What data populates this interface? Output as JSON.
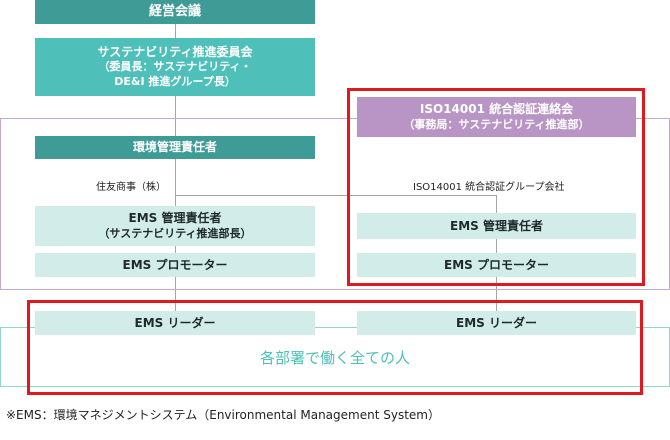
{
  "management_meeting": "経営会議",
  "sustainability_committee": {
    "title": "サステナビリティ推進委員会",
    "sub1": "（委員長：サステナビリティ・",
    "sub2": "DE&I 推進グループ長）"
  },
  "iso_council": {
    "title": "ISO14001 統合認証連絡会",
    "sub": "（事務局：サステナビリティ推進部）"
  },
  "env_manager": "環境管理責任者",
  "left_org": "住友商事（株）",
  "right_org": "ISO14001 統合認証グループ会社",
  "left_ems_manager": {
    "title": "EMS 管理責任者",
    "sub": "（サステナビリティ推進部長）"
  },
  "right_ems_manager": "EMS 管理責任者",
  "left_ems_promoter": "EMS プロモーター",
  "right_ems_promoter": "EMS プロモーター",
  "left_ems_leader": "EMS リーダー",
  "right_ems_leader": "EMS リーダー",
  "all_employees": "各部署で働く全ての人",
  "footnote": "※EMS：環境マネジメントシステム（Environmental Management System）",
  "colors": {
    "dark_teal": "#3e9b95",
    "teal": "#4ec0b9",
    "light_teal": "#d2ede9",
    "purple": "#b995c5",
    "highlight_red": "#e0191e"
  }
}
